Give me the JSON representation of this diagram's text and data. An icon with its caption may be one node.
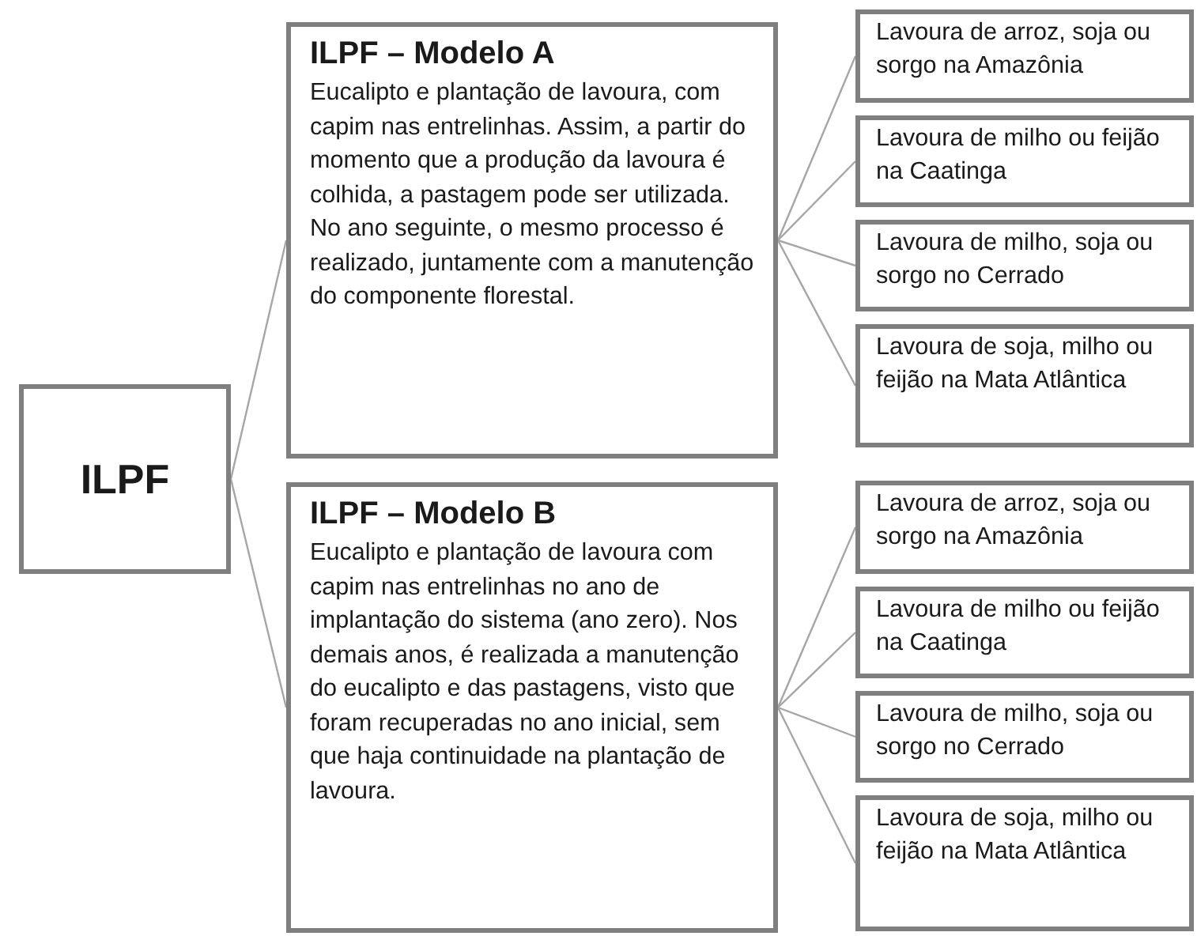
{
  "diagram": {
    "nodes": [
      {
        "text": [
          "ILPF"
        ]
      },
      {
        "text": [
          "ILPF – Modelo A",
          "Eucalipto e plantação de lavoura, com capim nas entrelinhas. Assim, a partir do momento que a produção da lavoura é colhida, a pastagem pode ser utilizada. No ano seguinte, o mesmo processo é realizado, juntamente com a manutenção do componente florestal."
        ]
      },
      {
        "text": [
          "Lavoura de arroz, soja ou sorgo na Amazônia"
        ]
      },
      {
        "text": [
          "Lavoura de milho ou feijão na Caatinga"
        ]
      },
      {
        "text": [
          "Lavoura de milho, soja ou sorgo no Cerrado"
        ]
      },
      {
        "text": [
          "Lavoura de soja, milho ou feijão na Mata Atlântica"
        ]
      },
      {
        "text": [
          "ILPF – Modelo B",
          "Eucalipto e plantação de lavoura com capim nas entrelinhas no ano de implantação do sistema (ano zero). Nos demais anos, é realizada a manutenção do eucalipto e das pastagens, visto que foram recuperadas no ano inicial, sem que haja continuidade na plantação de lavoura."
        ]
      },
      {
        "text": [
          "Lavoura de arroz, soja ou sorgo na Amazônia"
        ]
      },
      {
        "text": [
          "Lavoura de milho ou feijão na Caatinga"
        ]
      },
      {
        "text": [
          "Lavoura de milho, soja ou sorgo no Cerrado"
        ]
      },
      {
        "text": [
          "Lavoura de soja, milho ou feijão na Mata Atlântica"
        ]
      }
    ],
    "edges": [
      {
        "from": 0,
        "to": 1,
        "arrow": "none"
      },
      {
        "from": 0,
        "to": 6,
        "arrow": "none"
      },
      {
        "from": 1,
        "to": 2,
        "arrow": "none"
      },
      {
        "from": 1,
        "to": 3,
        "arrow": "none"
      },
      {
        "from": 1,
        "to": 4,
        "arrow": "none"
      },
      {
        "from": 1,
        "to": 5,
        "arrow": "none"
      },
      {
        "from": 6,
        "to": 7,
        "arrow": "none"
      },
      {
        "from": 6,
        "to": 8,
        "arrow": "none"
      },
      {
        "from": 6,
        "to": 9,
        "arrow": "none"
      },
      {
        "from": 6,
        "to": 10,
        "arrow": "none"
      }
    ]
  }
}
